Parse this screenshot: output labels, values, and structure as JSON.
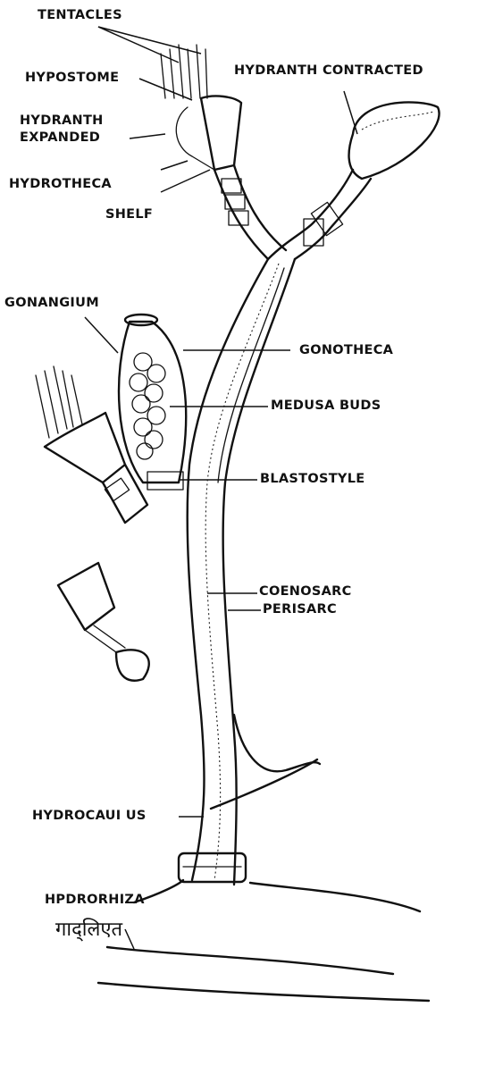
{
  "diagram": {
    "labels": {
      "tentacles": "TENTACLES",
      "hypostome": "HYPOSTOME",
      "hydranth_contracted": "HYDRANTH CONTRACTED",
      "hydranth_expanded_line1": "HYDRANTH",
      "hydranth_expanded_line2": "EXPANDED",
      "hydrotheca": "HYDROTHECA",
      "shelf": "SHELF",
      "gonangium": "GONANGIUM",
      "gonotheca": "GONOTHECA",
      "medusa_buds": "MEDUSA BUDS",
      "blastostyle": "BLASTOSTYLE",
      "coenosarc": "COENOSARC",
      "perisarc": "PERISARC",
      "hydrocaulus": "HYDROCAUI US",
      "hydrorhiza": "HPDRORHIZA"
    },
    "handwritten_note": "गाद्लिएत"
  }
}
